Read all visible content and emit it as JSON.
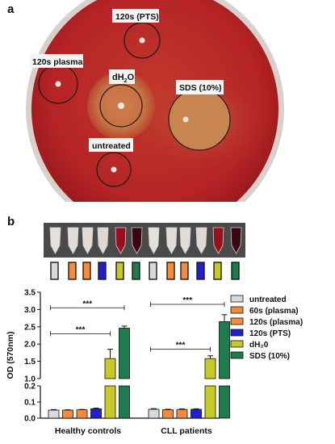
{
  "panel_a": {
    "letter": "a",
    "labels": {
      "pts": "120s (PTS)",
      "plasma": "120s plasma",
      "dh2o_main": "dH",
      "dh2o_sub": "2",
      "dh2o_tail": "O",
      "sds": "SDS (10%)",
      "untreated": "untreated"
    },
    "colors": {
      "agar": "#b52326",
      "agar_dark": "#8e1518",
      "halo": "#c98550",
      "rim": "#d7cfca"
    }
  },
  "panel_b": {
    "letter": "b",
    "swatch_colors": [
      "#d9d9d9",
      "#f28c3c",
      "#f28c3c",
      "#2020d0",
      "#c8c826",
      "#1f7a4d",
      "#d9d9d9",
      "#f28c3c",
      "#f28c3c",
      "#2020d0",
      "#c8c826",
      "#1f7a4d"
    ],
    "tube_colors": [
      "#e6e0da",
      "#e3dcd4",
      "#e3dcd4",
      "#e0d8d0",
      "#9a0f20",
      "#3a0610",
      "#e6e0da",
      "#e3dcd4",
      "#e3dcd4",
      "#e0d8d0",
      "#9a0f20",
      "#3a0610"
    ]
  },
  "chart_data": {
    "type": "bar",
    "ylabel": "OD (570nm)",
    "categories": [
      "Healthy controls",
      "CLL patients"
    ],
    "series": [
      {
        "name": "untreated",
        "color": "#d9d9d9",
        "values": [
          0.05,
          0.055
        ],
        "errors": [
          0.003,
          0.004
        ]
      },
      {
        "name": "60s (plasma)",
        "color": "#f28c3c",
        "values": [
          0.05,
          0.052
        ],
        "errors": [
          0.002,
          0.003
        ]
      },
      {
        "name": "120s (plasma)",
        "color": "#f28c3c",
        "values": [
          0.052,
          0.054
        ],
        "errors": [
          0.002,
          0.003
        ]
      },
      {
        "name": "120s (PTS)",
        "color": "#2020d0",
        "values": [
          0.058,
          0.055
        ],
        "errors": [
          0.004,
          0.003
        ]
      },
      {
        "name": "dH₂0",
        "color": "#c8c826",
        "values": [
          1.58,
          1.58
        ],
        "errors": [
          0.27,
          0.08
        ]
      },
      {
        "name": "SDS (10%)",
        "color": "#1f7a4d",
        "values": [
          2.46,
          2.65
        ],
        "errors": [
          0.06,
          0.2
        ]
      }
    ],
    "y_upper_ticks": [
      "3.5",
      "3.0",
      "2.5",
      "2.0",
      "1.5",
      "1.0"
    ],
    "y_lower_ticks": [
      "0.2",
      "0.1",
      "0.0"
    ],
    "y_upper_range": [
      1.0,
      3.5
    ],
    "y_lower_range": [
      0.0,
      0.2
    ],
    "significance": [
      {
        "group": 0,
        "from": 0,
        "to": 5,
        "value": 3.05,
        "label": "***"
      },
      {
        "group": 0,
        "from": 0,
        "to": 4,
        "value": 2.3,
        "label": "***"
      },
      {
        "group": 1,
        "from": 0,
        "to": 5,
        "value": 3.15,
        "label": "***"
      },
      {
        "group": 1,
        "from": 0,
        "to": 4,
        "value": 1.85,
        "label": "***"
      }
    ]
  }
}
